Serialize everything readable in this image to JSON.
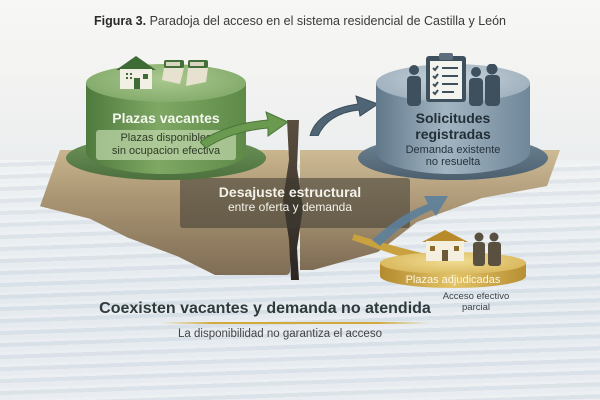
{
  "figure": {
    "label": "Figura 3.",
    "title": "Paradoja del acceso en el sistema residencial de Castilla y León"
  },
  "nodes": {
    "vacantes": {
      "title": "Plazas vacantes",
      "subtitle_line1": "Plazas disponibles",
      "subtitle_line2": "sin ocupacion efectiva",
      "icons": [
        "house-with-cross-icon",
        "twin-beds-icon"
      ],
      "color": "#6f9a58"
    },
    "solicitudes": {
      "title_line1": "Solicitudes",
      "title_line2": "registradas",
      "subtitle_line1": "Demanda existente",
      "subtitle_line2": "no resuelta",
      "icons": [
        "clipboard-checklist-icon",
        "people-group-icon"
      ],
      "color": "#8ea2b1"
    },
    "adjudicadas": {
      "title": "Plazas adjudicadas",
      "icons": [
        "house-icon",
        "elderly-couple-icon"
      ],
      "color": "#d8b24f"
    }
  },
  "gap": {
    "title": "Desajuste estructural",
    "subtitle": "entre oferta y demanda"
  },
  "side_note": {
    "line1": "Acceso efectivo",
    "line2": "parcial"
  },
  "conclusion": {
    "headline": "Coexisten vacantes y demanda no atendida",
    "subline": "La disponibilidad no garantiza el acceso"
  }
}
